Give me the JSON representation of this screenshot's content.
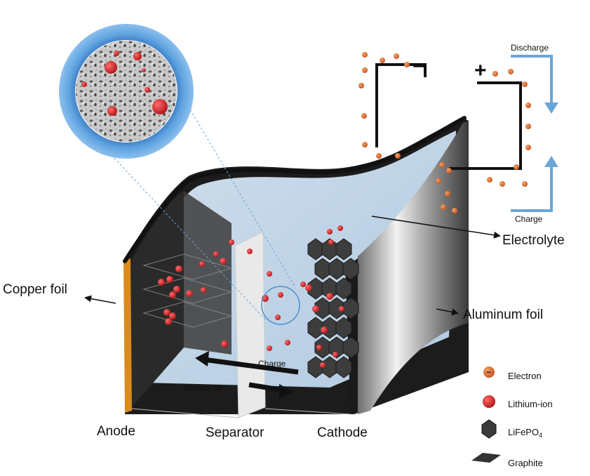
{
  "labels": {
    "copper_foil": "Copper foil",
    "anode": "Anode",
    "separator": "Separator",
    "cathode": "Cathode",
    "electrolyte": "Electrolyte",
    "aluminum_foil": "Aluminum foil",
    "charge_internal": "Charge",
    "discharge_internal": "Discharge",
    "charge_external": "Charge",
    "discharge_external": "Discharge"
  },
  "terminals": {
    "negative": "−",
    "positive": "+"
  },
  "legend": {
    "items": [
      {
        "name": "electron",
        "label": "Electron",
        "icon": "electron-icon",
        "sign": "−"
      },
      {
        "name": "lithium-ion",
        "label": "Lithium-ion",
        "icon": "lithium-ion-icon"
      },
      {
        "name": "lifepo4",
        "label": "LiFePO",
        "subscript": "4",
        "icon": "lifepo4-icon"
      },
      {
        "name": "graphite",
        "label": "Graphite",
        "icon": "graphite-icon"
      }
    ]
  },
  "colors": {
    "lithium_ion": "#d2282a",
    "electron": "#e06a2a",
    "flow_arrow": "#6aa6d8",
    "copper": "#d98b1e",
    "electrolyte": "#cfe3f4",
    "zoom_ring": "#4d8fd1"
  }
}
